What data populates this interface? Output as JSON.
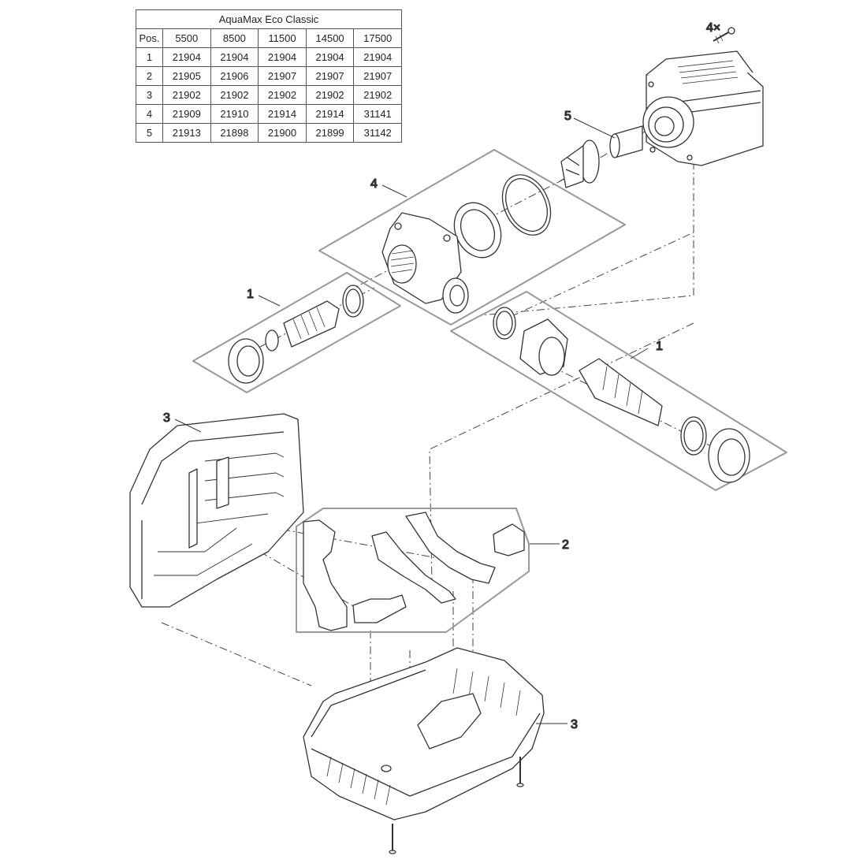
{
  "table": {
    "title": "AquaMax Eco Classic",
    "pos_header": "Pos.",
    "models": [
      "5500",
      "8500",
      "11500",
      "14500",
      "17500"
    ],
    "rows": [
      {
        "pos": "1",
        "values": [
          "21904",
          "21904",
          "21904",
          "21904",
          "21904"
        ]
      },
      {
        "pos": "2",
        "values": [
          "21905",
          "21906",
          "21907",
          "21907",
          "21907"
        ]
      },
      {
        "pos": "3",
        "values": [
          "21902",
          "21902",
          "21902",
          "21902",
          "21902"
        ]
      },
      {
        "pos": "4",
        "values": [
          "21909",
          "21910",
          "21914",
          "21914",
          "31141"
        ]
      },
      {
        "pos": "5",
        "values": [
          "21913",
          "21898",
          "21900",
          "21899",
          "31142"
        ]
      }
    ]
  },
  "callouts": {
    "screws": "4×",
    "motor_rotor": "5",
    "pump_housing": "4",
    "hose_connector_left": "1",
    "hose_connector_right": "1",
    "housing_top": "3",
    "housing_bottom": "3",
    "foam_inserts": "2"
  }
}
